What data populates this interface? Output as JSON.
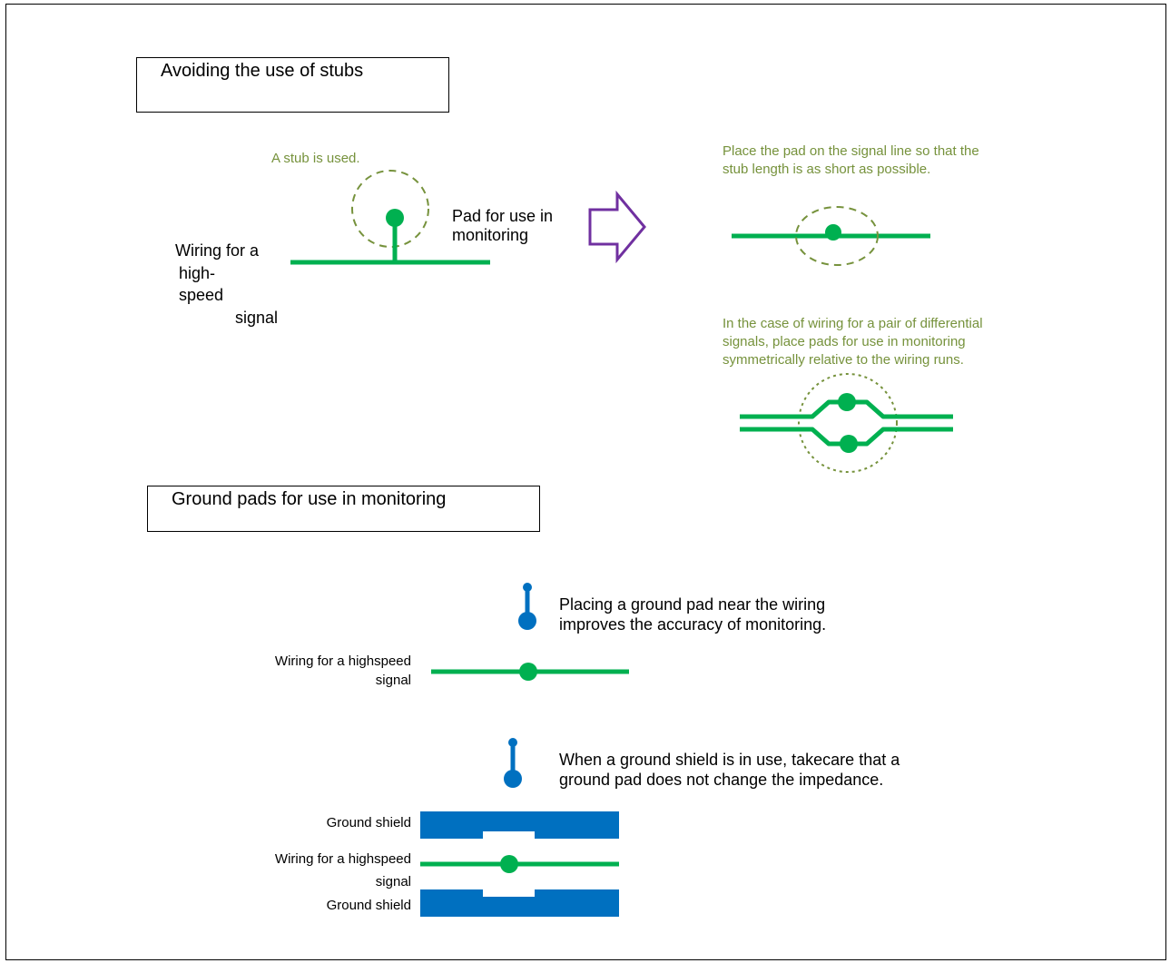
{
  "sections": {
    "stubs_title": "Avoiding the use of stubs",
    "ground_title": "Ground pads for use in monitoring"
  },
  "stub_diagram": {
    "note": "A stub is used.",
    "pad_label_1": "Pad for use in",
    "pad_label_2": "monitoring",
    "wiring_label_1": "Wiring for a",
    "wiring_label_2": "high-",
    "wiring_label_3": "speed",
    "wiring_label_4": "signal"
  },
  "improved": {
    "note_line_1": "Place the pad on the signal line so that the",
    "note_line_2": "stub length is as short as possible.",
    "diff_line_1": "In the case of wiring for a pair of differential",
    "diff_line_2": "signals, place pads for use in monitoring",
    "diff_line_3": "symmetrically relative to the wiring runs."
  },
  "ground": {
    "note1_line_1": "Placing a ground pad near the wiring",
    "note1_line_2": "improves the accuracy of monitoring.",
    "wiring1_line_1": "Wiring for a highspeed",
    "wiring1_line_2": "signal",
    "note2_line_1": "When a ground shield is in use, takecare that a",
    "note2_line_2": "ground pad does not change the impedance.",
    "shield_top": "Ground shield",
    "wiring2_line_1": "Wiring for a highspeed",
    "wiring2_line_2": "signal",
    "shield_bottom": "Ground shield"
  },
  "colors": {
    "signal_green": "#00b050",
    "note_olive": "#76923c",
    "ground_blue": "#0070c0",
    "arrow_purple": "#7030a0"
  }
}
